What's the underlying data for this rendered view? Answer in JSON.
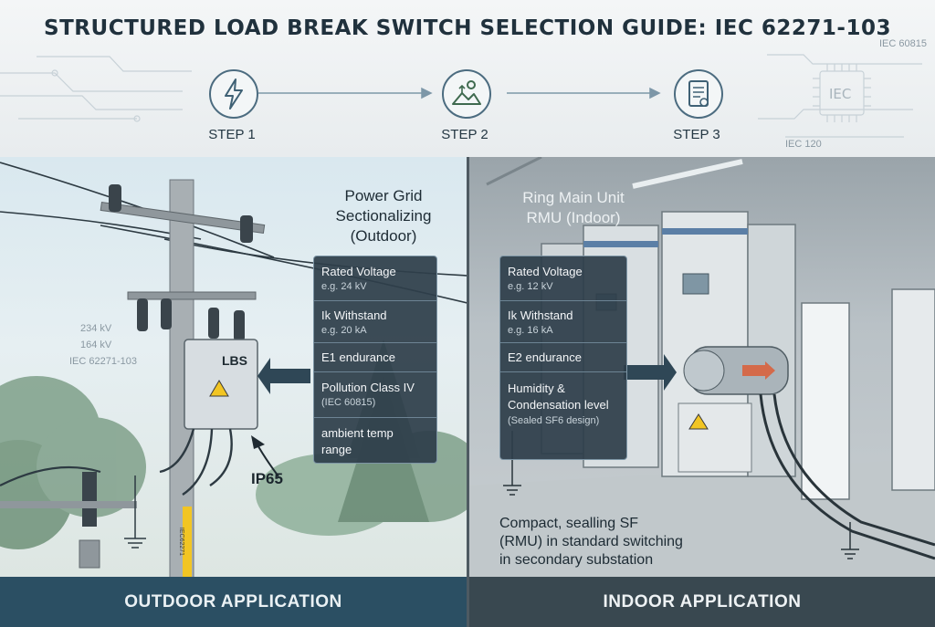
{
  "title": "STRUCTURED LOAD BREAK SWITCH SELECTION GUIDE: IEC 62271-103",
  "steps": [
    {
      "label": "STEP 1",
      "icon": "lightning-icon"
    },
    {
      "label": "STEP 2",
      "icon": "landscape-icon"
    },
    {
      "label": "STEP 3",
      "icon": "document-icon"
    }
  ],
  "header_decor": {
    "iec_badge": "IEC",
    "tag1": "IEC 60815",
    "tag2": "IEC 120"
  },
  "outdoor": {
    "heading_lines": [
      "Power Grid",
      "Sectionalizing",
      "(Outdoor)"
    ],
    "specs": [
      {
        "title": "Rated Voltage",
        "sub": "e.g. 24 kV"
      },
      {
        "title": "Ik Withstand",
        "sub": "e.g. 20 kA"
      },
      {
        "title": "E1 endurance",
        "sub": ""
      },
      {
        "title": "Pollution Class IV",
        "sub": "(IEC 60815)"
      },
      {
        "title": "ambient temp",
        "sub": "range"
      }
    ],
    "box_label": "LBS",
    "ip_label": "IP65",
    "pole_tag": "IEC62271",
    "decor_tags": [
      "234 kV",
      "164 kV",
      "IEC 62271-103"
    ],
    "footer": "OUTDOOR APPLICATION"
  },
  "indoor": {
    "heading_lines": [
      "Ring Main Unit",
      "RMU (Indoor)"
    ],
    "specs": [
      {
        "title": "Rated Voltage",
        "sub": "e.g. 12 kV"
      },
      {
        "title": "Ik Withstand",
        "sub": "e.g. 16 kA"
      },
      {
        "title": "E2 endurance",
        "sub": ""
      },
      {
        "title": "Humidity &",
        "sub": ""
      },
      {
        "title": "Condensation level",
        "sub": "(Sealed SF6 design)"
      }
    ],
    "caption_lines": [
      "Compact, sealling SF",
      "(RMU) in standard switching",
      "in secondary substation"
    ],
    "footer": "INDOOR APPLICATION"
  },
  "colors": {
    "header_bg": "#eef1f3",
    "title_text": "#20313d",
    "card_bg": "#2e3e4a",
    "footer_outdoor": "#2b4f63",
    "footer_indoor": "#394850",
    "warning": "#f2c523",
    "arrow": "#2f4756"
  }
}
